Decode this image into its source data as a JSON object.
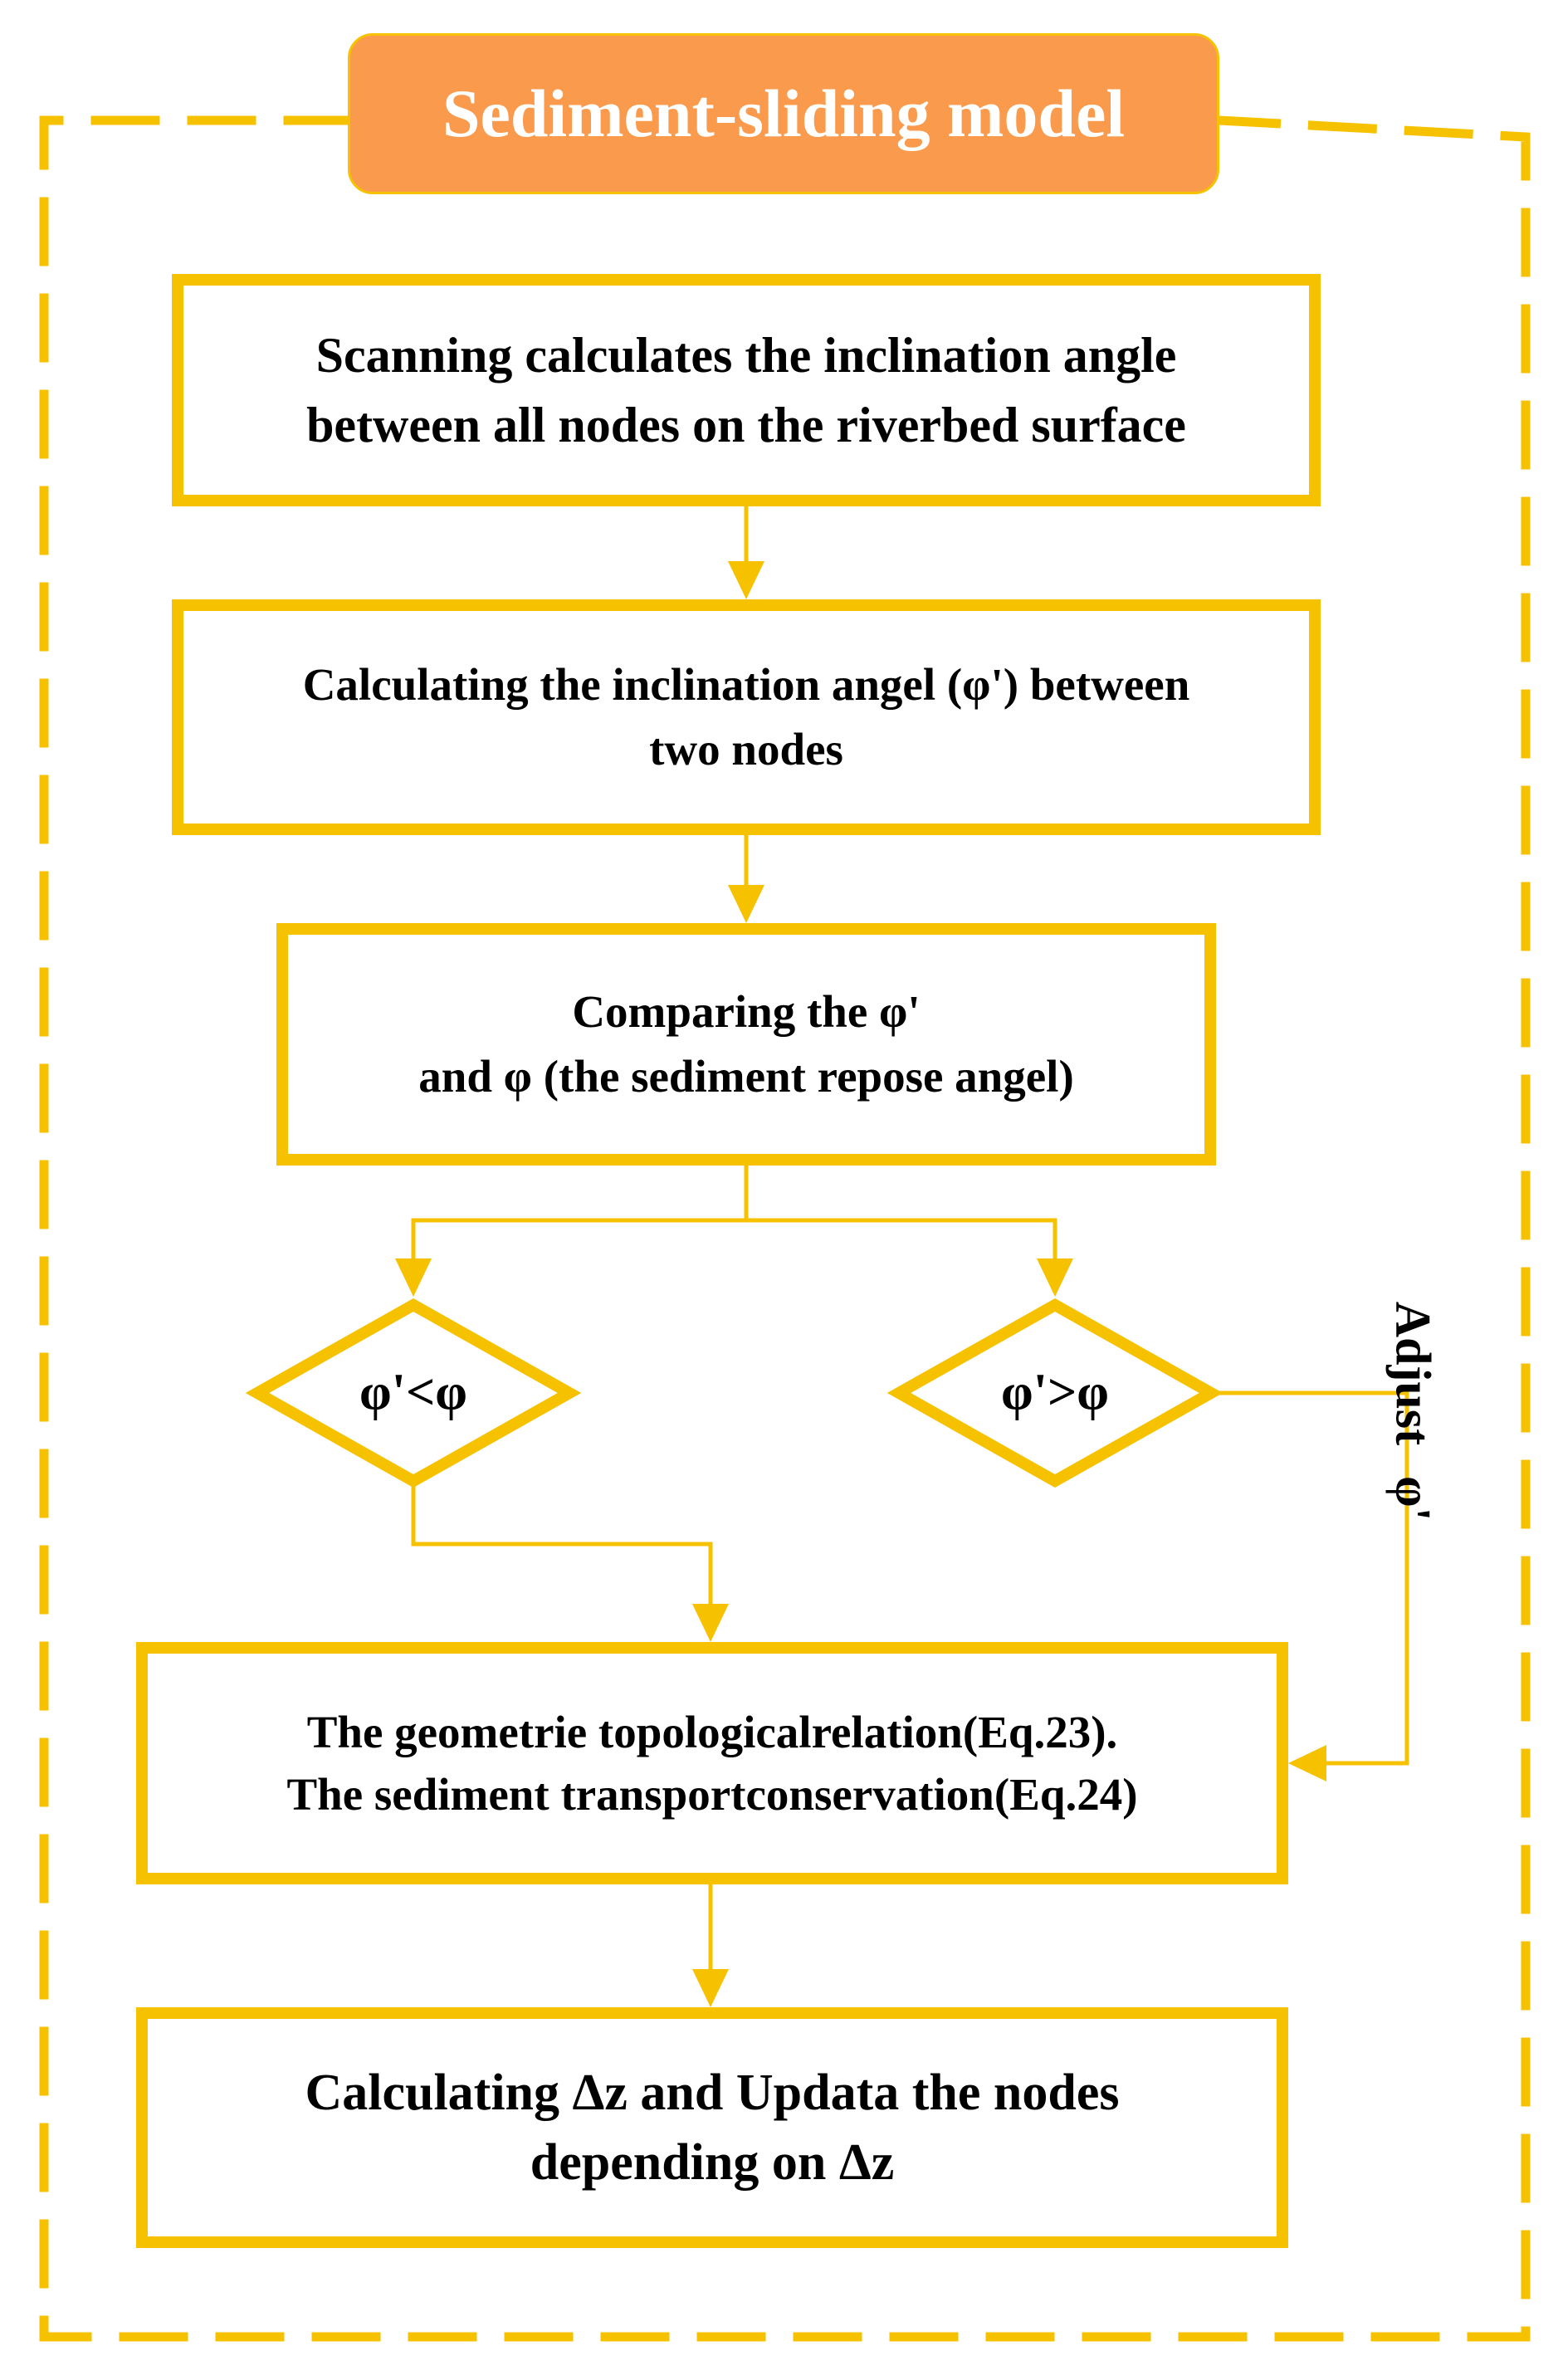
{
  "title": "Sediment-sliding model",
  "steps": {
    "scan": [
      "Scanning calculates the inclination angle",
      "between all nodes on the riverbed surface"
    ],
    "calc": [
      "Calculating the inclination angel (φ') between",
      "two nodes"
    ],
    "compare": [
      "Comparing the φ'",
      "and φ (the sediment repose angel)"
    ],
    "relation": [
      "The geometrie topologicalrelation(Eq.23).",
      "The sediment transportconservation(Eq.24)"
    ],
    "update": [
      "Calculating Δz and Updata the nodes",
      "depending on Δz"
    ]
  },
  "decisions": {
    "less": "φ'<φ",
    "greater": "φ'>φ"
  },
  "loop_label": "Adjust φ'",
  "colors": {
    "accent": "#F6C200",
    "title_fill": "#FA9A4C",
    "text": "#000000"
  }
}
